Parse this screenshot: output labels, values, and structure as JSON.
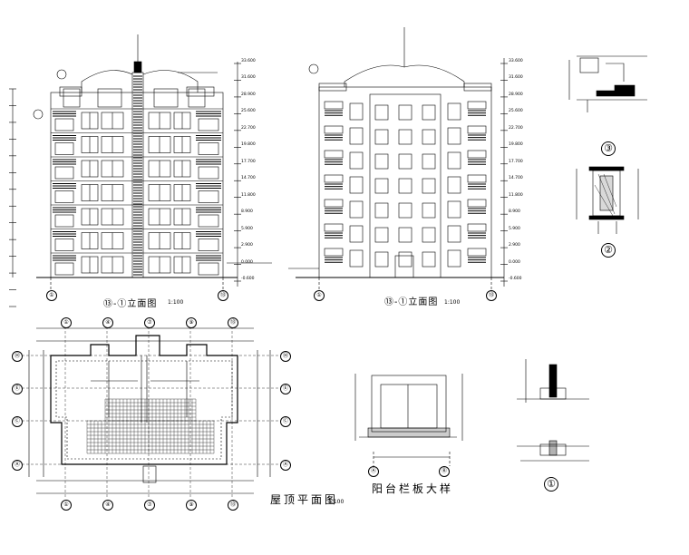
{
  "drawings": {
    "front_elevation": {
      "title": "⑬-①立面图",
      "scale": "1:100",
      "axis_left": "①",
      "axis_right": "⑬"
    },
    "back_elevation": {
      "title": "⑬-①立面图",
      "scale": "1:100",
      "axis_left": "①",
      "axis_right": "⑬"
    },
    "roof_plan": {
      "title": "屋顶平面图",
      "scale": "1:100",
      "top_axes": [
        "①",
        "④",
        "⑦",
        "⑨",
        "⑬"
      ],
      "bottom_axes": [
        "①",
        "④",
        "⑦",
        "⑨",
        "⑬"
      ],
      "left_axes": [
        "Ⓗ",
        "Ⓔ",
        "Ⓒ",
        "Ⓐ"
      ],
      "right_axes": [
        "Ⓗ",
        "Ⓔ",
        "Ⓒ",
        "Ⓐ"
      ]
    },
    "balcony_detail": {
      "title": "阳台栏板大样",
      "axis_left": "Ⓐ",
      "axis_right": "Ⓑ"
    },
    "details": {
      "d3": "③",
      "d2": "②",
      "d1": "①"
    }
  },
  "elevation_levels": [
    "33.600",
    "31.600",
    "28.900",
    "25.600",
    "22.700",
    "19.800",
    "17.700",
    "14.700",
    "11.800",
    "8.900",
    "5.900",
    "2.900",
    "0.000",
    "-0.600"
  ],
  "colors": {
    "line": "#000000",
    "paper": "#ffffff"
  }
}
